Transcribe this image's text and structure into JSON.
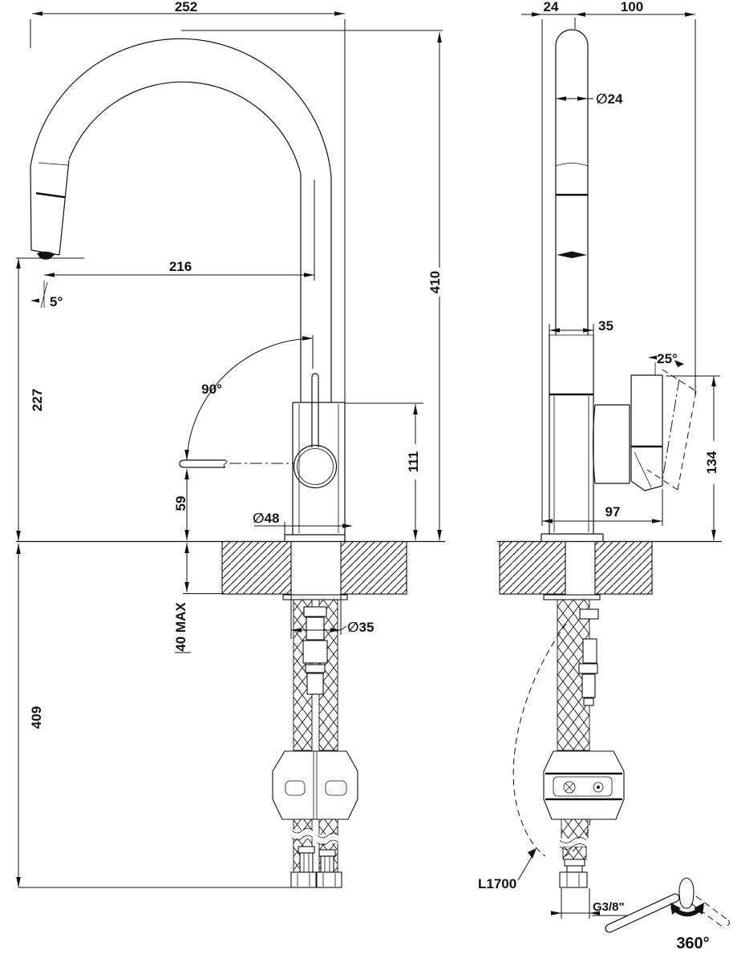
{
  "drawing": {
    "subject": "kitchen mixer tap with pull-out spray, dimensioned front and side views",
    "line_color": "#111111",
    "background": "#ffffff"
  },
  "labels": {
    "front": {
      "w252": "252",
      "w216": "216",
      "a5": "5°",
      "h227": "227",
      "a90": "90°",
      "h59": "59",
      "d48": "∅48",
      "h410": "410",
      "h111": "111",
      "h40max": "40 MAX",
      "h409": "409",
      "d35": "∅35"
    },
    "side": {
      "w24": "24",
      "w100": "100",
      "d24": "∅24",
      "w35": "35",
      "a25": "25°",
      "h134": "134",
      "w97": "97",
      "hose_length": "L1700",
      "thread": "G3/8\"",
      "swivel": "360°"
    }
  }
}
